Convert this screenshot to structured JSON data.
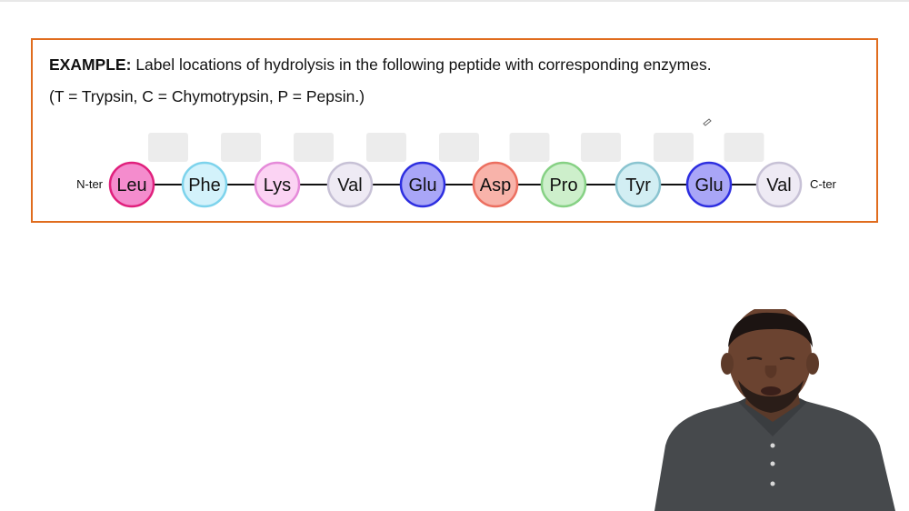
{
  "example": {
    "label": "EXAMPLE:",
    "prompt": "Label locations of hydrolysis in the following peptide with corresponding enzymes.",
    "key": "(T = Trypsin, C = Chymotrypsin, P = Pepsin.)"
  },
  "peptide": {
    "n_terminus": "N-ter",
    "c_terminus": "C-ter",
    "residues": [
      {
        "name": "Leu",
        "fill": "#f48ccd",
        "stroke": "#e0207c"
      },
      {
        "name": "Phe",
        "fill": "#d3f2fb",
        "stroke": "#7dd3ec"
      },
      {
        "name": "Lys",
        "fill": "#fbd3f3",
        "stroke": "#e58ad9"
      },
      {
        "name": "Val",
        "fill": "#eeeaf4",
        "stroke": "#c7c1d6"
      },
      {
        "name": "Glu",
        "fill": "#a9a6f7",
        "stroke": "#2d2ee0"
      },
      {
        "name": "Asp",
        "fill": "#f8b3aa",
        "stroke": "#ec6f60"
      },
      {
        "name": "Pro",
        "fill": "#cdefcb",
        "stroke": "#86d184"
      },
      {
        "name": "Tyr",
        "fill": "#d2eef3",
        "stroke": "#8ac4d0"
      },
      {
        "name": "Glu",
        "fill": "#a9a6f7",
        "stroke": "#2d2ee0"
      },
      {
        "name": "Val",
        "fill": "#eeeaf4",
        "stroke": "#c7c1d6"
      }
    ],
    "answer_slots": [
      "",
      "",
      "",
      "",
      "",
      "",
      "",
      "",
      ""
    ]
  },
  "colors": {
    "box_border": "#e06c1e",
    "slot_fill": "#ececec",
    "bond": "#111111"
  }
}
